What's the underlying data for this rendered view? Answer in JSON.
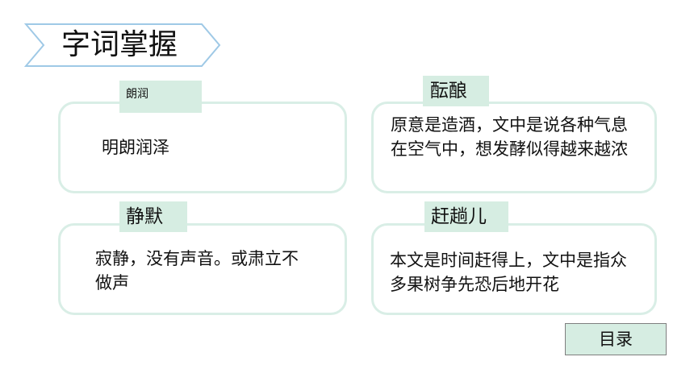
{
  "title": "字词掌握",
  "cards": [
    {
      "term": "朗润",
      "definition": "明朗润泽"
    },
    {
      "term": "酝酿",
      "definition": "原意是造酒，文中是说各种气息在空气中，想发酵似得越来越浓"
    },
    {
      "term": "静默",
      "definition": "寂静，没有声音。或肃立不做声"
    },
    {
      "term": "赶趟儿",
      "definition": "本文是时间赶得上，文中是指众多果树争先恐后地开花"
    }
  ],
  "nav": {
    "catalog_label": "目录"
  },
  "colors": {
    "tag_bg": "#d6ede2",
    "card_border": "#d9eee6",
    "banner_border": "#9fc9e6"
  }
}
